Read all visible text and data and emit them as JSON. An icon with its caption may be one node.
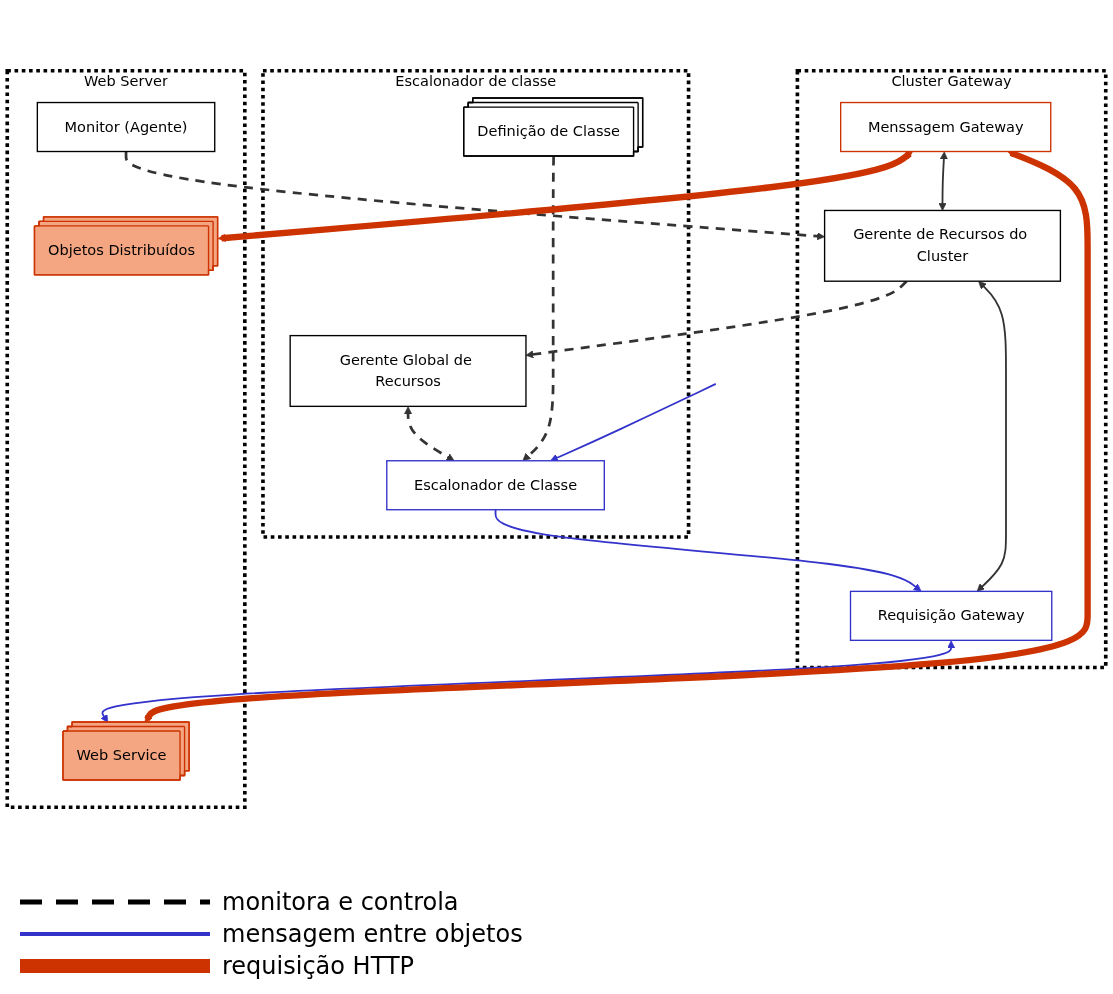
{
  "diagram": {
    "nodes": [
      {
        "text": [
          "Escalonador de classe"
        ]
      },
      {
        "text": [
          "Gerente Global de Recursos"
        ],
        "in": 0
      },
      {
        "text": [
          "Escalonador de Classe"
        ],
        "in": 0
      },
      {
        "text": [
          "Definição de Classe"
        ],
        "in": 0
      },
      {
        "text": [
          "Cluster Gateway"
        ]
      },
      {
        "text": [
          "Menssagem Gateway"
        ],
        "in": 4
      },
      {
        "text": [
          "Gerente de Recursos do Cluster"
        ],
        "in": 4
      },
      {
        "text": [
          "Requisição Gateway"
        ],
        "in": 4
      },
      {
        "text": [
          "Web Server"
        ]
      },
      {
        "text": [
          "Objetos Distribuídos"
        ],
        "in": 8
      },
      {
        "text": [
          "Monitor (Agente)"
        ],
        "in": 8
      },
      {
        "text": [
          "Web Service"
        ],
        "in": 8
      }
    ],
    "edges": [
      {
        "from": 1,
        "to": 2,
        "arrow": "both",
        "style": "dashed"
      },
      {
        "from": 3,
        "to": 2,
        "arrow": "to",
        "style": "dashed"
      },
      {
        "from": 6,
        "to": 1,
        "arrow": "to",
        "style": "dashed"
      },
      {
        "from": null,
        "to": 2,
        "arrow": "to",
        "color": "#3333cc"
      },
      {
        "from": 2,
        "to": 7,
        "arrow": "to",
        "color": "#3333cc"
      },
      {
        "from": 5,
        "to": 6,
        "arrow": "both"
      },
      {
        "from": 6,
        "to": 7,
        "arrow": "both"
      },
      {
        "from": 7,
        "to": 11,
        "arrow": "both",
        "color": "#3333cc"
      },
      {
        "from": 10,
        "to": 6,
        "arrow": "to",
        "style": "dashed"
      },
      {
        "from": 5,
        "to": 9,
        "arrow": "both",
        "style": "thick",
        "color": "#cc3300"
      },
      {
        "from": 5,
        "to": 11,
        "arrow": "both",
        "style": "thick",
        "color": "#cc3300"
      }
    ],
    "legend": [
      {
        "text": "monitora e controla"
      },
      {
        "text": "mensagem entre objetos"
      },
      {
        "text": "requisição HTTP"
      }
    ]
  }
}
